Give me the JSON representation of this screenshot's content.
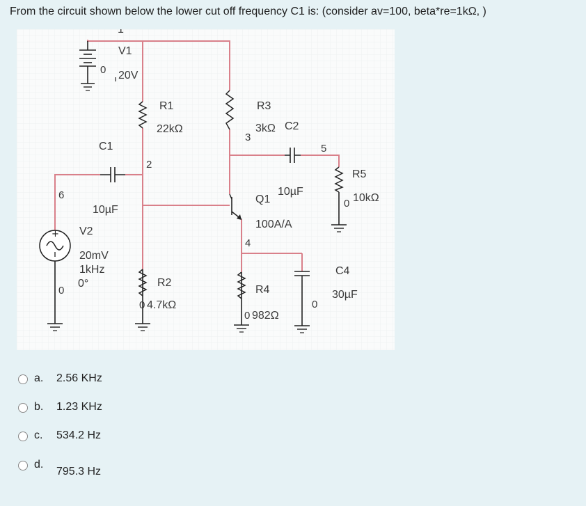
{
  "question": {
    "text": "From the circuit shown below the lower cut off frequency C1 is: (consider av=100, beta*re=1kΩ, )"
  },
  "circuit": {
    "top_label": "1",
    "v1": {
      "name": "V1",
      "value": "20V"
    },
    "r1": {
      "name": "R1",
      "value": "22kΩ"
    },
    "r3": {
      "name": "R3",
      "value": "3kΩ"
    },
    "c1": {
      "name": "C1",
      "value": "10µF"
    },
    "c2": {
      "name": "C2",
      "value": "10µF"
    },
    "q1": {
      "name": "Q1",
      "value": "100A/A"
    },
    "r5": {
      "name": "R5",
      "value": "10kΩ"
    },
    "v2": {
      "name": "V2",
      "amplitude": "20mV",
      "frequency": "1kHz",
      "phase": "0°"
    },
    "r2": {
      "name": "R2",
      "value": "4.7kΩ"
    },
    "r4": {
      "name": "R4",
      "value": "982Ω"
    },
    "c4": {
      "name": "C4",
      "value": "30µF"
    },
    "nodes": {
      "n0_v1": "0",
      "n2": "2",
      "n3": "3",
      "n5": "5",
      "n6": "6",
      "n4": "4",
      "n0_r5": "0",
      "n0_v2": "0",
      "n0_r2": "0",
      "n0_r4": "0",
      "n0_c4": "0"
    }
  },
  "options": [
    {
      "letter": "a.",
      "text": "2.56 KHz"
    },
    {
      "letter": "b.",
      "text": "1.23 KHz"
    },
    {
      "letter": "c.",
      "text": "534.2 Hz"
    },
    {
      "letter": "d.",
      "text": "795.3 Hz"
    }
  ]
}
